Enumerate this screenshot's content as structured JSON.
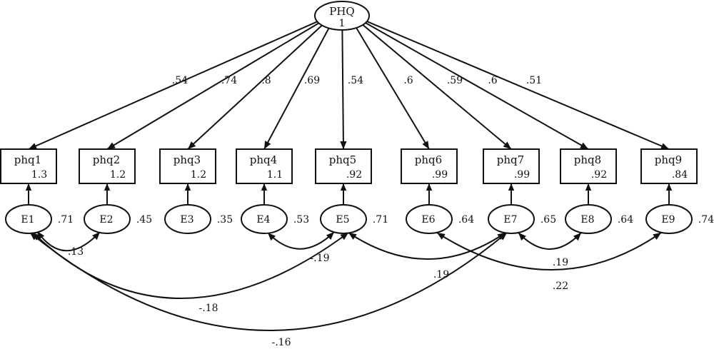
{
  "latent": {
    "name": "PHQ",
    "variance": "1"
  },
  "items": [
    {
      "name": "phq1",
      "intercept": "1.3",
      "loading": ".54",
      "error": "E1",
      "error_variance": ".71"
    },
    {
      "name": "phq2",
      "intercept": "1.2",
      "loading": ".74",
      "error": "E2",
      "error_variance": ".45"
    },
    {
      "name": "phq3",
      "intercept": "1.2",
      "loading": ".8",
      "error": "E3",
      "error_variance": ".35"
    },
    {
      "name": "phq4",
      "intercept": "1.1",
      "loading": ".69",
      "error": "E4",
      "error_variance": ".53"
    },
    {
      "name": "phq5",
      "intercept": ".92",
      "loading": ".54",
      "error": "E5",
      "error_variance": ".71"
    },
    {
      "name": "phq6",
      "intercept": ".99",
      "loading": ".6",
      "error": "E6",
      "error_variance": ".64"
    },
    {
      "name": "phq7",
      "intercept": ".99",
      "loading": ".59",
      "error": "E7",
      "error_variance": ".65"
    },
    {
      "name": "phq8",
      "intercept": ".92",
      "loading": ".6",
      "error": "E8",
      "error_variance": ".64"
    },
    {
      "name": "phq9",
      "intercept": ".84",
      "loading": ".51",
      "error": "E9",
      "error_variance": ".74"
    }
  ],
  "covariances": [
    {
      "from": "E1",
      "to": "E2",
      "value": ".13"
    },
    {
      "from": "E4",
      "to": "E5",
      "value": "-.19"
    },
    {
      "from": "E1",
      "to": "E5",
      "value": "-.18"
    },
    {
      "from": "E5",
      "to": "E7",
      "value": ".19"
    },
    {
      "from": "E7",
      "to": "E8",
      "value": ".19"
    },
    {
      "from": "E6",
      "to": "E9",
      "value": ".22"
    },
    {
      "from": "E1",
      "to": "E7",
      "value": "-.16"
    }
  ]
}
